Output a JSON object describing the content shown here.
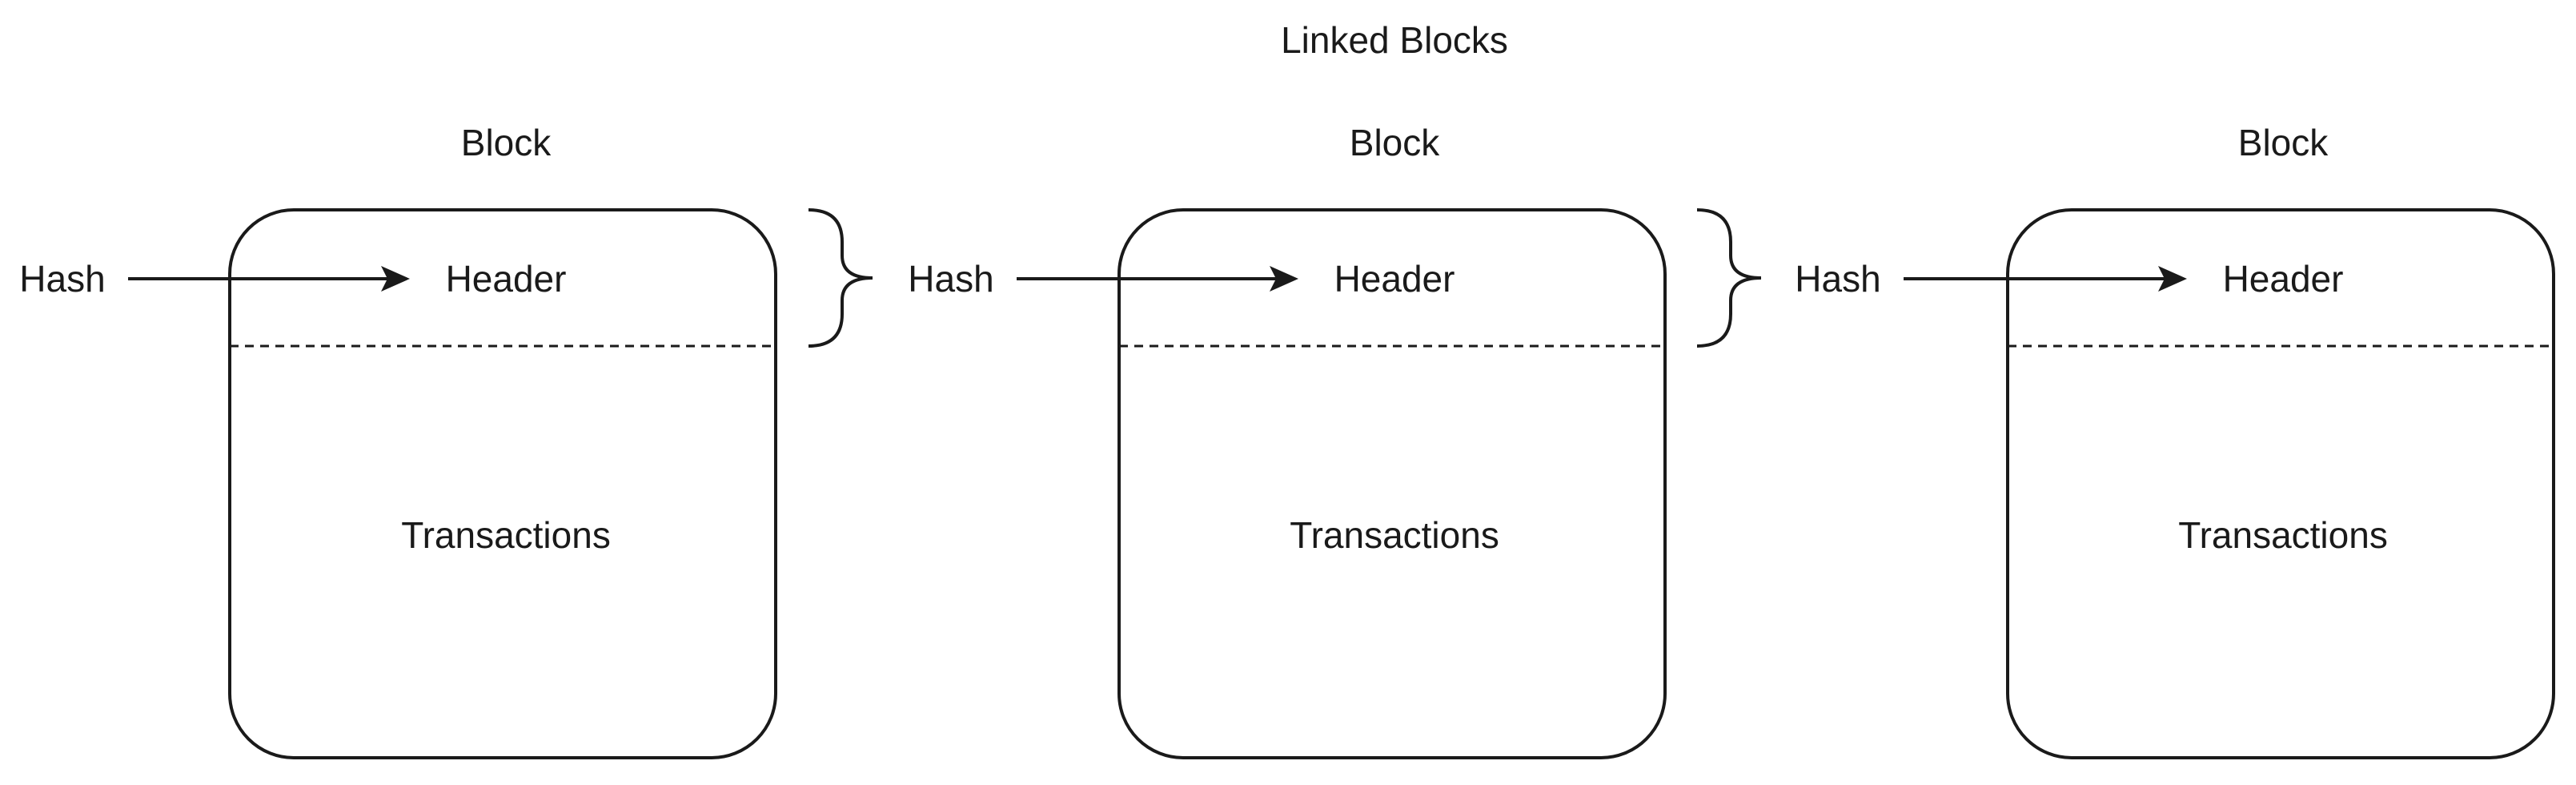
{
  "diagram": {
    "title": "Linked Blocks",
    "blocks": [
      {
        "caption": "Block",
        "header": "Header",
        "body": "Transactions",
        "hash_label": "Hash"
      },
      {
        "caption": "Block",
        "header": "Header",
        "body": "Transactions",
        "hash_label": "Hash"
      },
      {
        "caption": "Block",
        "header": "Header",
        "body": "Transactions",
        "hash_label": "Hash"
      }
    ]
  }
}
